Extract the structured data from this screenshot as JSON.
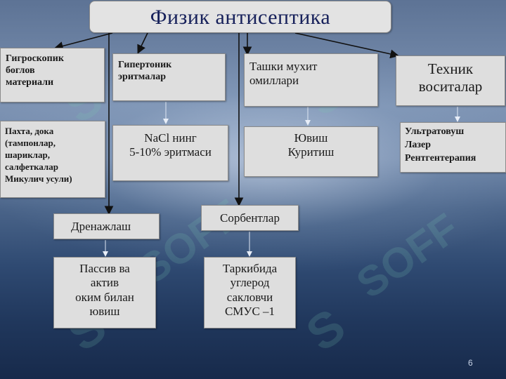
{
  "title": "Физик  антисептика",
  "categories": {
    "hygroscopic": [
      "Гигроскопик",
      "боглов",
      "материали"
    ],
    "hypertonic": [
      "Гипертоник",
      "эритмалар"
    ],
    "external": [
      "Ташки мухит",
      "омиллари"
    ],
    "technical": [
      "Техник",
      "воситалар"
    ]
  },
  "details": {
    "hygroscopic": [
      "Пахта, дока",
      "(тампонлар,",
      "шариклар,",
      "салфеткалар",
      "Микулич усули)"
    ],
    "hypertonic": [
      "NaCl нинг",
      "5-10% эритмаси"
    ],
    "external": [
      "Ювиш",
      "Куритиш"
    ],
    "technical": [
      "Ультратовуш",
      "Лазер",
      "Рентгентерапия"
    ]
  },
  "drainage": {
    "label": "Дренажлаш",
    "detail": [
      "Пассив ва",
      "актив",
      "оким билан",
      "ювиш"
    ]
  },
  "sorbents": {
    "label": "Сорбентлар",
    "detail": [
      "Таркибида",
      "углерод",
      "сакловчи",
      "СМУС –1"
    ]
  },
  "page_number": "6"
}
